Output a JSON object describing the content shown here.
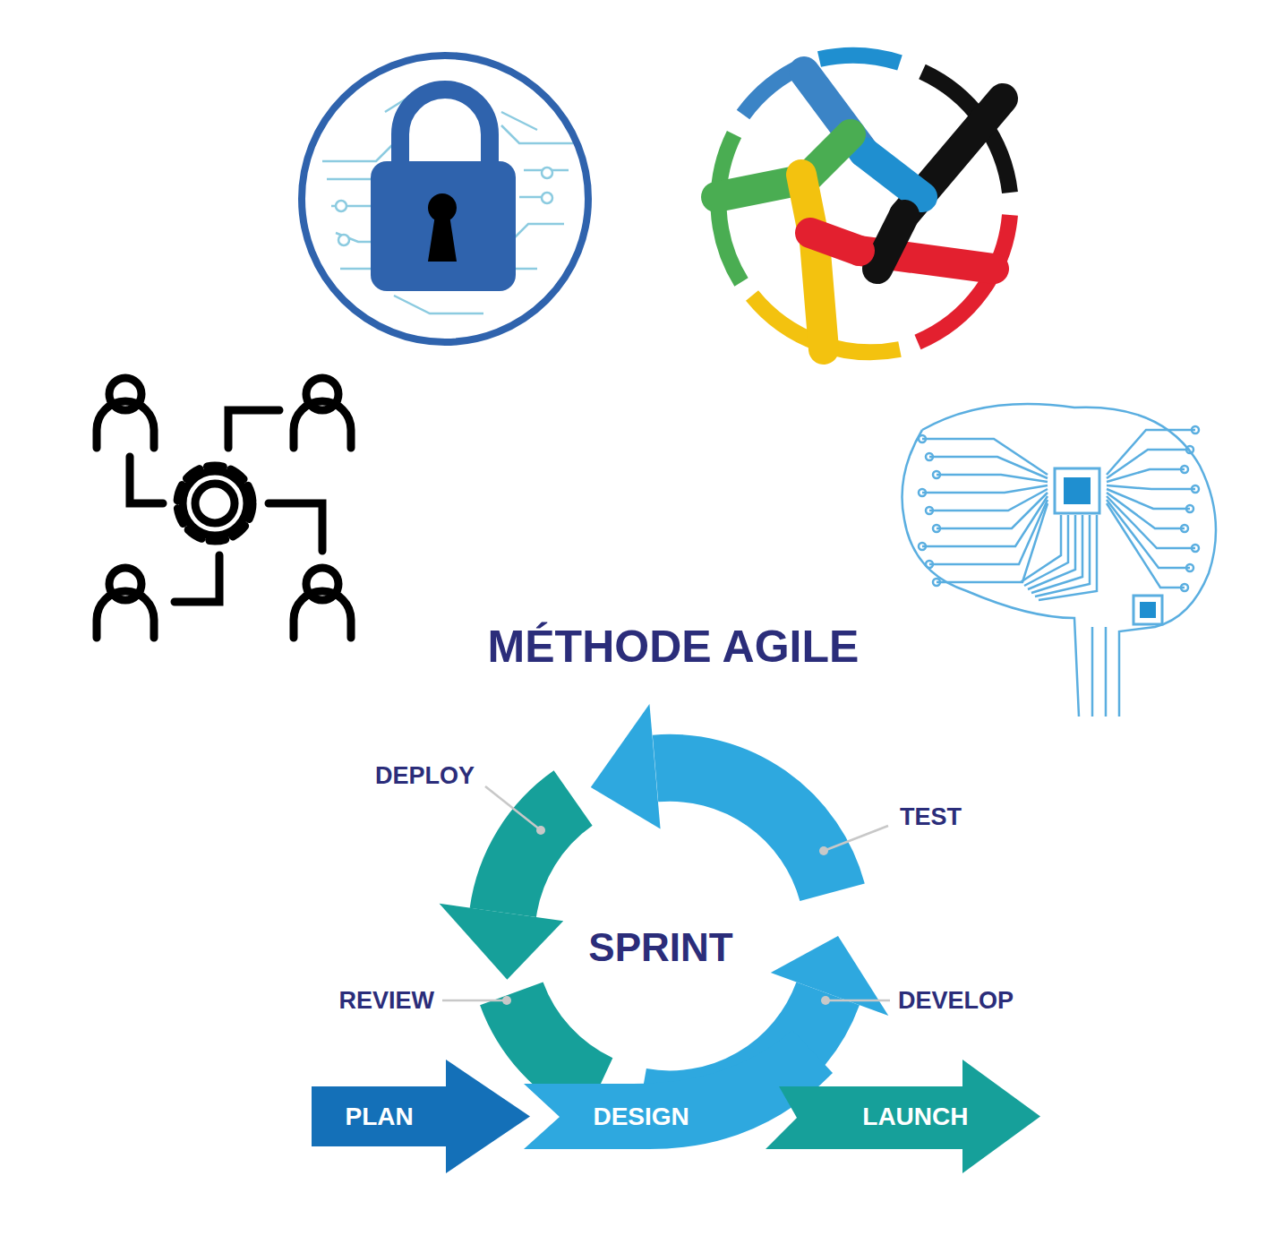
{
  "diagram": {
    "title": "MÉTHODE AGILE",
    "nodes": [
      {
        "text": [
          "PLAN"
        ]
      },
      {
        "text": [
          "DESIGN"
        ]
      },
      {
        "text": [
          "LAUNCH"
        ]
      }
    ],
    "labels": [
      "SPRINT",
      "DEPLOY",
      "TEST",
      "REVIEW",
      "DEVELOP"
    ]
  }
}
